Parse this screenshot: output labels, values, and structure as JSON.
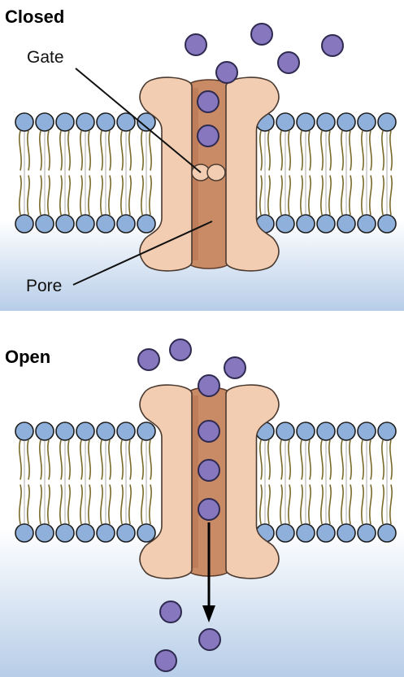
{
  "panels": {
    "closed": {
      "title": "Closed",
      "state": "closed"
    },
    "open": {
      "title": "Open",
      "state": "open"
    }
  },
  "labels": {
    "gate": "Gate",
    "pore": "Pore"
  },
  "colors": {
    "head_fill": "#8fb0db",
    "head_stroke": "#1e1e1e",
    "tail": "#7a6a2a",
    "channel_wall": "#f2cdb2",
    "pore_fill": "#c98a66",
    "pore_dark": "#b8704d",
    "ion_fill": "#8677bf",
    "ion_stroke": "#2e2a50",
    "water_top": "#ffffff",
    "water_bottom": "#b7cde8"
  }
}
